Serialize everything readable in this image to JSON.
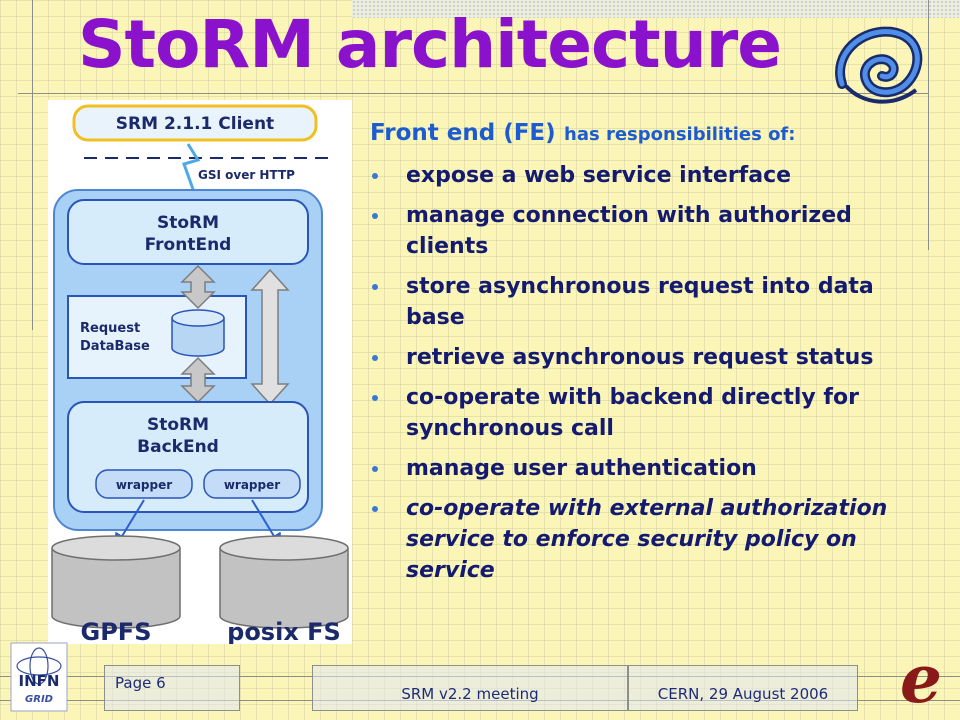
{
  "slide": {
    "title": "StoRM architecture",
    "heading_big": "Front end (FE)",
    "heading_small": "has responsibilities of:",
    "bullets": [
      "expose a web service interface",
      "manage connection with authorized clients",
      "store asynchronous request into data base",
      "retrieve asynchronous request status",
      "co-operate with backend directly for synchronous call",
      "manage user authentication",
      "co-operate with external authorization service to enforce security policy on service"
    ]
  },
  "diagram": {
    "client_label": "SRM 2.1.1 Client",
    "protocol_label": "GSI over HTTP",
    "frontend_label_line1": "StoRM",
    "frontend_label_line2": "FrontEnd",
    "database_label_line1": "Request",
    "database_label_line2": "DataBase",
    "backend_label_line1": "StoRM",
    "backend_label_line2": "BackEnd",
    "wrapper_labels": [
      "wrapper",
      "wrapper"
    ],
    "storage_labels": [
      "GPFS",
      "posix FS"
    ]
  },
  "footer": {
    "page_label": "Page 6",
    "meeting_label": "SRM v2.2 meeting",
    "date_label": "CERN,  29 August 2006"
  },
  "logos": {
    "infn_text": "INFN",
    "grid_text": "GRID",
    "e_letter": "e"
  }
}
